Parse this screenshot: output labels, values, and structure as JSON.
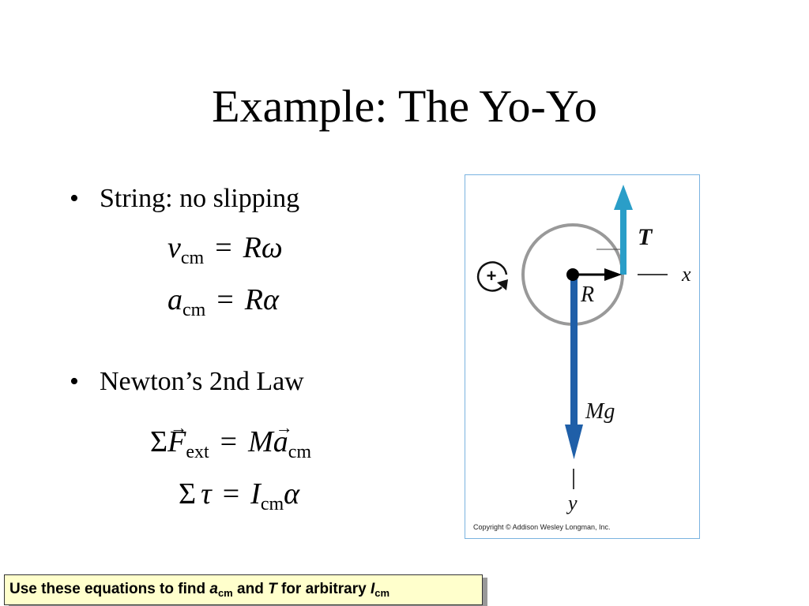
{
  "slide": {
    "title": "Example: The Yo-Yo",
    "bullets": [
      {
        "marker": "•",
        "text": "String: no slipping"
      },
      {
        "marker": "•",
        "text": "Newton’s 2nd Law"
      }
    ],
    "equations": {
      "eq1": {
        "lhs": "v",
        "lhs_sub": "cm",
        "op": "=",
        "rhs": "Rω"
      },
      "eq2": {
        "lhs": "a",
        "lhs_sub": "cm",
        "op": "=",
        "rhs": "Rα"
      },
      "eq3": {
        "sigma": "Σ",
        "lhs": "F",
        "lhs_sub": "ext",
        "op": "=",
        "rhs_m": "M",
        "rhs_a": "a",
        "rhs_sub": "cm"
      },
      "eq4": {
        "sigma": "Σ",
        "lhs": "τ",
        "op": "=",
        "rhs_i": "I",
        "rhs_sub": "cm",
        "rhs_alpha": "α"
      }
    },
    "figure": {
      "label_T": "T",
      "label_x": "x",
      "label_R": "R",
      "label_Mg": "Mg",
      "label_y": "y",
      "rotation_sign": "+",
      "copyright": "Copyright © Addison Wesley Longman, Inc.",
      "colors": {
        "tension_arrow": "#2a9ec8",
        "weight_arrow": "#1f5fa8",
        "circle": "#999999",
        "frame": "#7ab3e0"
      }
    },
    "footer": {
      "prefix": "Use these equations to find ",
      "a": "a",
      "a_sub": "cm",
      "and": " and ",
      "T": "T",
      "mid": " for arbitrary ",
      "I": "I",
      "I_sub": "cm",
      "background": "#ffffcc"
    }
  }
}
